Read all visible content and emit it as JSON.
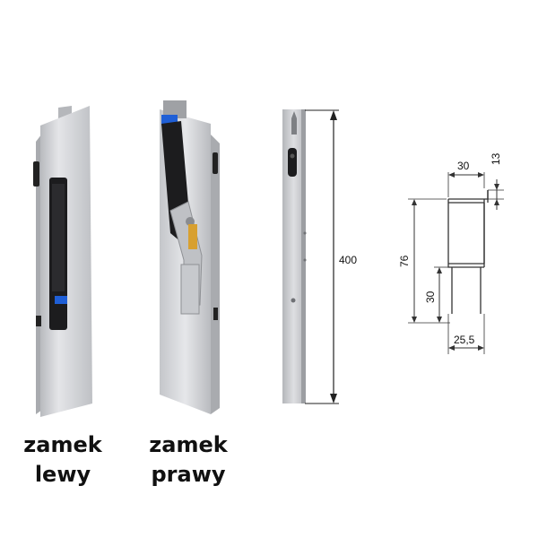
{
  "products": [
    {
      "id": "left-lock",
      "caption_line1": "zamek",
      "caption_line2": "lewy"
    },
    {
      "id": "right-lock",
      "caption_line1": "zamek",
      "caption_line2": "prawy"
    }
  ],
  "dimensions": {
    "height": "400",
    "top_width": "30",
    "flange": "13",
    "inner_height": "76",
    "lower_height": "30",
    "bottom_width": "25,5"
  },
  "colors": {
    "aluminium": "#c9cbcf",
    "slot": "#1c1c1e",
    "accent_blue": "#1f5fd6"
  }
}
